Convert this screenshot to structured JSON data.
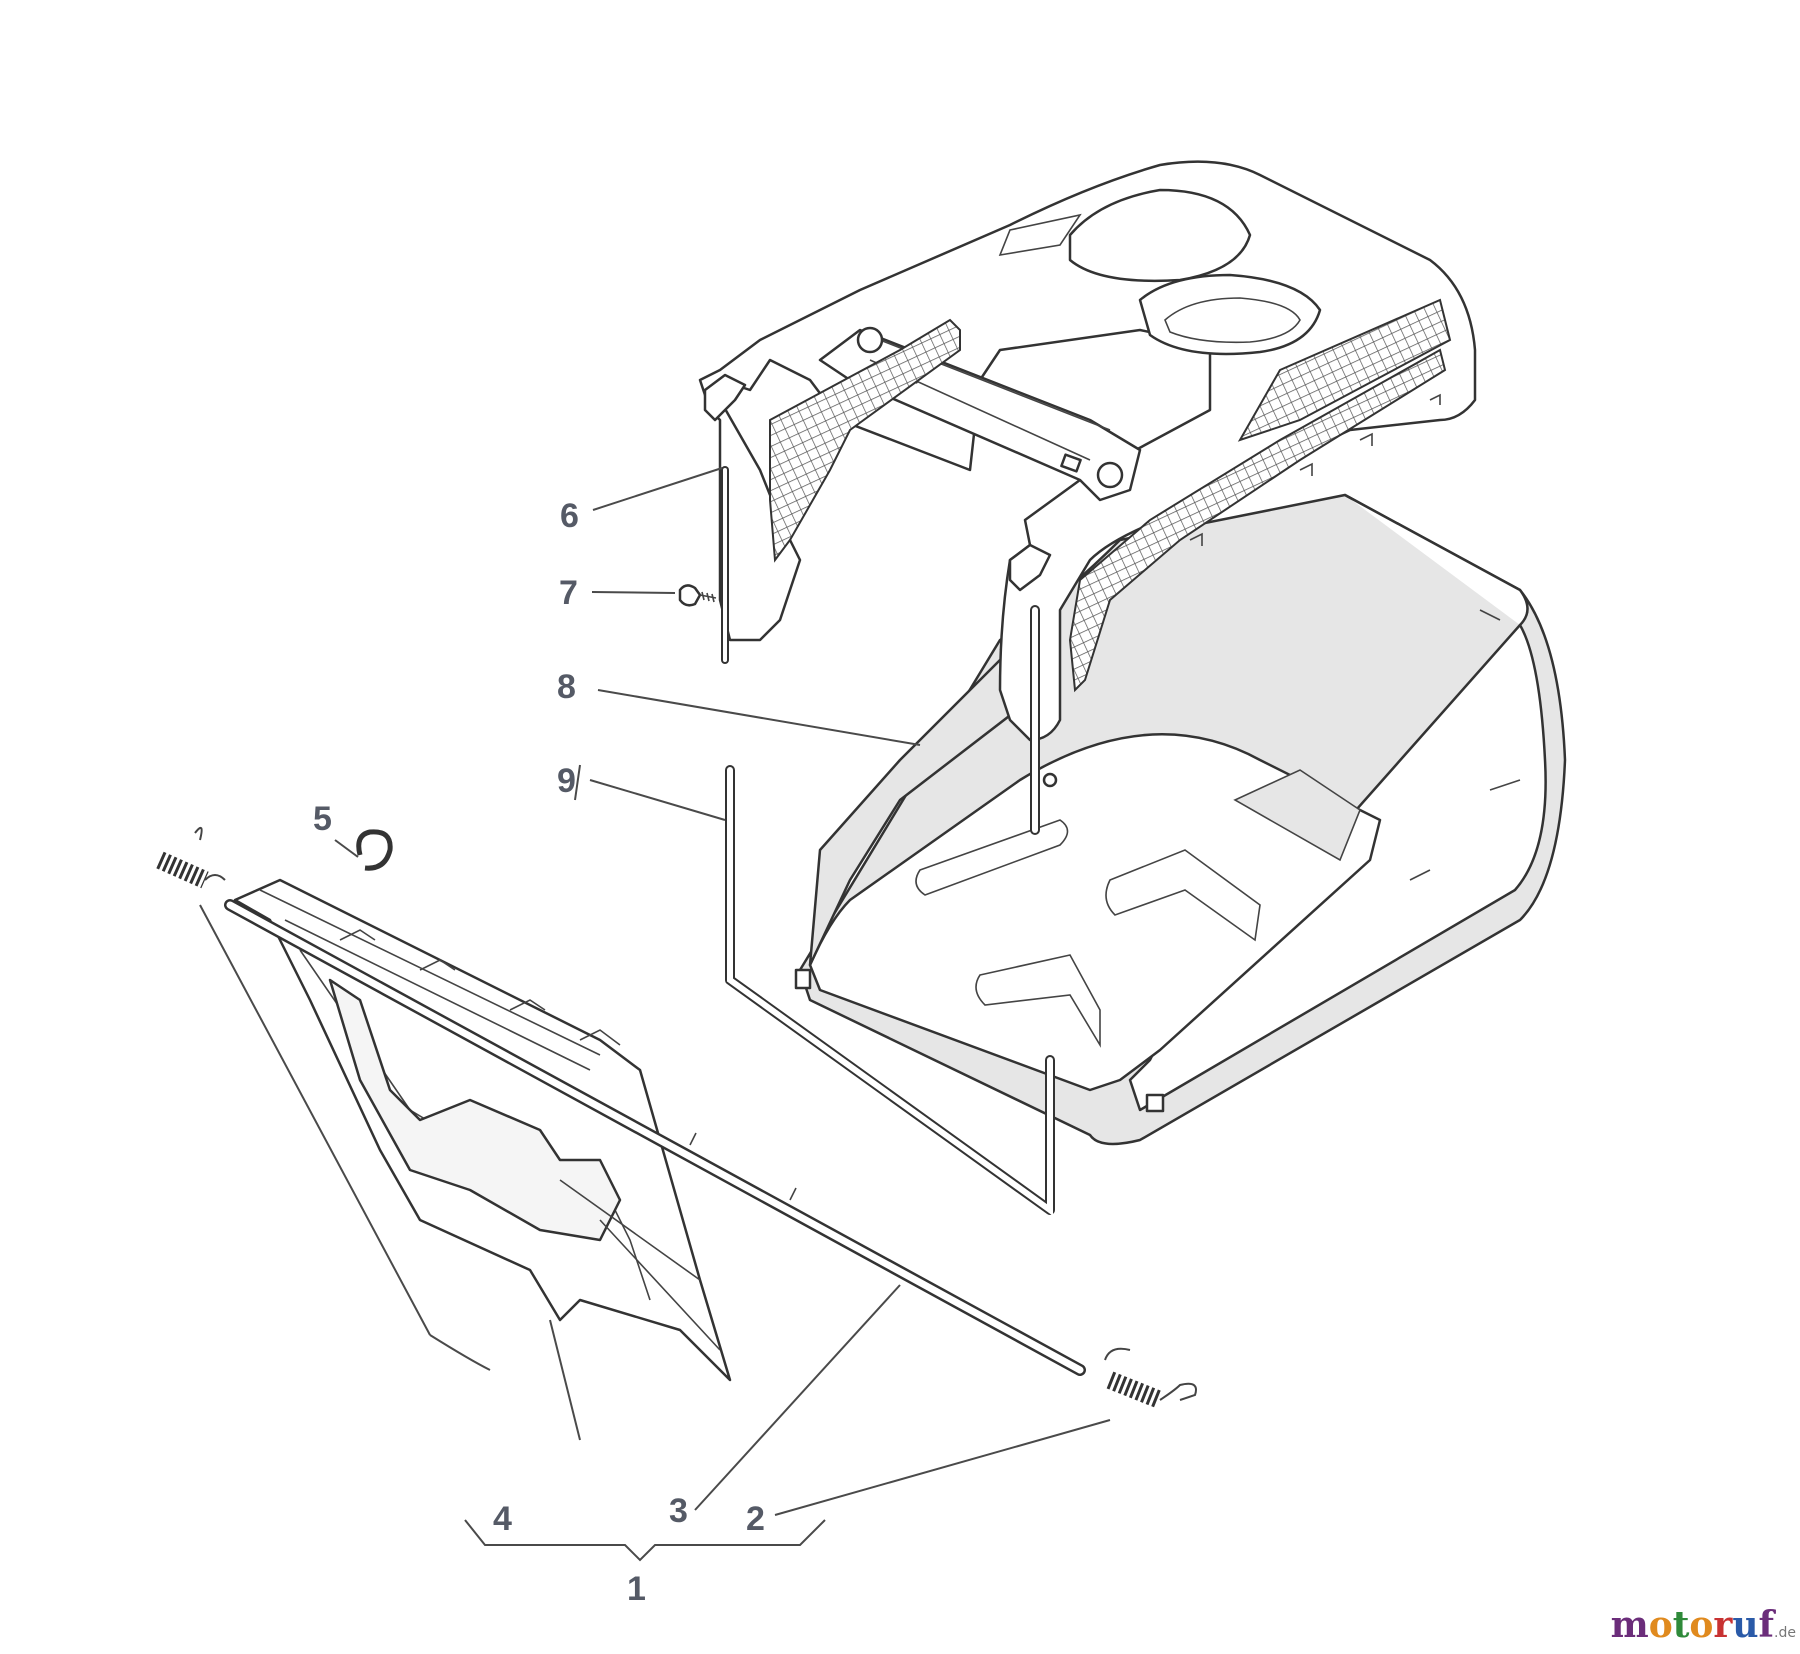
{
  "labels": {
    "p1": "1",
    "p2": "2",
    "p3": "3",
    "p4": "4",
    "p5": "5",
    "p6": "6",
    "p7": "7",
    "p8": "8",
    "p9": "9"
  },
  "logo": {
    "m": "m",
    "o1": "o",
    "t": "t",
    "o2": "o",
    "r": "r",
    "u": "u",
    "f": "f",
    "de": ".de"
  }
}
